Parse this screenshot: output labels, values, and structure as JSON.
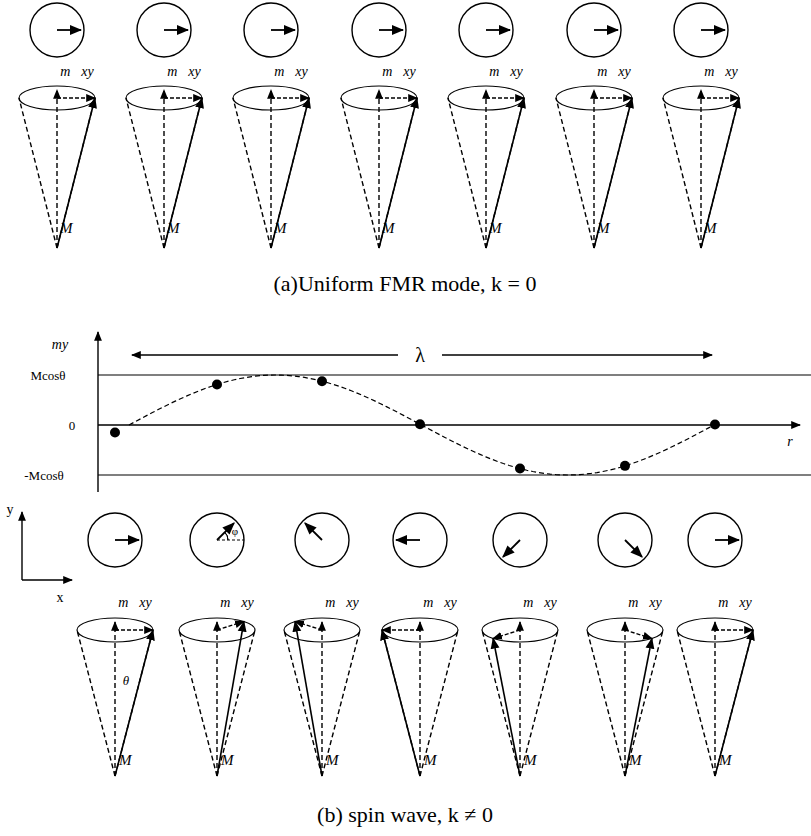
{
  "diagram": {
    "labels": [
      "m⃗xy",
      "m⃗xy",
      "m⃗xy",
      "m⃗xy",
      "m⃗xy",
      "m⃗xy",
      "m⃗xy",
      "M⃗",
      "M⃗",
      "M⃗",
      "M⃗",
      "M⃗",
      "M⃗",
      "M⃗",
      "(a)Uniform FMR mode, k = 0",
      "my",
      "λ",
      "Mcosθ",
      "0",
      "-Mcosθ",
      "r",
      "y",
      "x",
      "φ",
      "θ",
      "m⃗xy",
      "m⃗xy",
      "m⃗xy",
      "m⃗xy",
      "m⃗xy",
      "m⃗xy",
      "m⃗xy",
      "M⃗",
      "M⃗",
      "M⃗",
      "M⃗",
      "M⃗",
      "M⃗",
      "M⃗",
      "(b) spin wave, k ≠ 0"
    ]
  }
}
